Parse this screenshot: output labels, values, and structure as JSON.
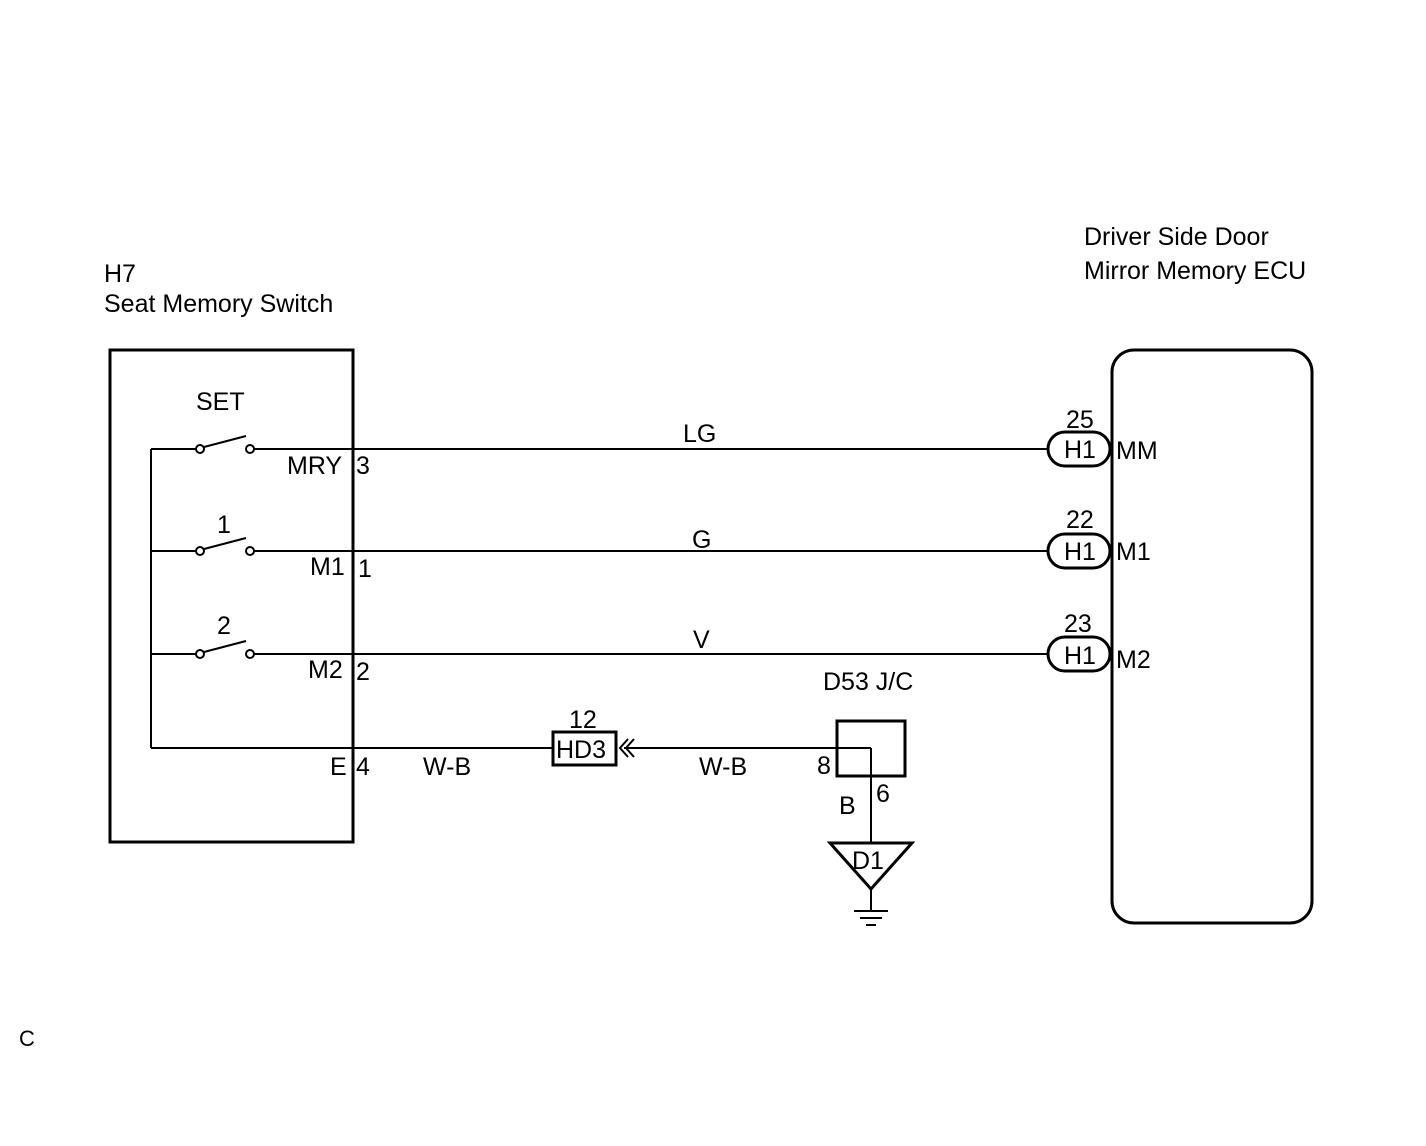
{
  "h7": {
    "code": "H7",
    "name": "Seat Memory Switch",
    "switches": {
      "set": "SET",
      "one": "1",
      "two": "2"
    },
    "terminals": {
      "mry": "MRY",
      "mry_pin": "3",
      "m1": "M1",
      "m1_pin": "1",
      "m2": "M2",
      "m2_pin": "2",
      "e": "E",
      "e_pin": "4"
    }
  },
  "ecu": {
    "line1": "Driver Side Door",
    "line2": "Mirror Memory ECU",
    "connectors": {
      "mm": {
        "pin": "25",
        "conn": "H1",
        "term": "MM"
      },
      "m1": {
        "pin": "22",
        "conn": "H1",
        "term": "M1"
      },
      "m2": {
        "pin": "23",
        "conn": "H1",
        "term": "M2"
      }
    }
  },
  "wires": {
    "lg": "LG",
    "g": "G",
    "v": "V",
    "wb_left": "W-B",
    "wb_right": "W-B",
    "b": "B"
  },
  "hd3": {
    "pin": "12",
    "label": "HD3"
  },
  "junction": {
    "label": "D53 J/C",
    "pin_in": "8",
    "pin_out": "6"
  },
  "ground": {
    "label": "D1"
  },
  "corner_mark": "C"
}
